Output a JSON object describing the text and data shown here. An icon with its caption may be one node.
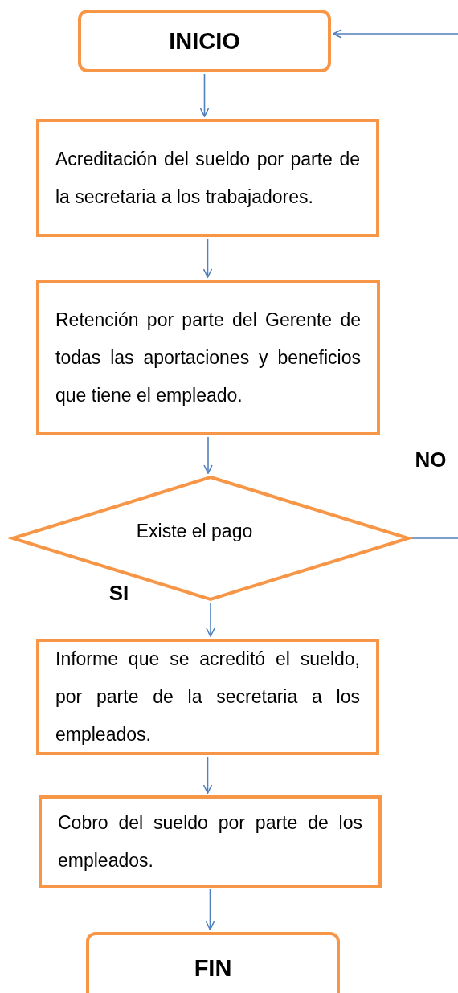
{
  "diagram": {
    "nodes": [
      {
        "text": [
          "INICIO"
        ]
      },
      {
        "text": [
          "Acreditación del sueldo por parte de la secretaria a los trabajadores."
        ]
      },
      {
        "text": [
          "Retención por parte del Gerente de todas las aportaciones y beneficios que tiene el empleado."
        ]
      },
      {
        "text": [
          "Existe el pago"
        ]
      },
      {
        "text": [
          "Informe que se acreditó el sueldo, por parte de la secretaria a los empleados."
        ]
      },
      {
        "text": [
          "Cobro del sueldo por parte de los empleados."
        ]
      },
      {
        "text": [
          "FIN"
        ]
      }
    ],
    "edges": [
      {
        "from": null,
        "to": 0,
        "arrow": "to"
      },
      {
        "from": 0,
        "to": 1,
        "arrow": "to"
      },
      {
        "from": 1,
        "to": 2,
        "arrow": "to"
      },
      {
        "from": 2,
        "to": 3,
        "arrow": "to"
      },
      {
        "from": 3,
        "to": null,
        "arrow": "none",
        "label": "NO"
      },
      {
        "from": 3,
        "to": 4,
        "arrow": "to",
        "label": "SI"
      },
      {
        "from": 4,
        "to": 5,
        "arrow": "to"
      },
      {
        "from": 5,
        "to": 6,
        "arrow": "to"
      }
    ]
  }
}
